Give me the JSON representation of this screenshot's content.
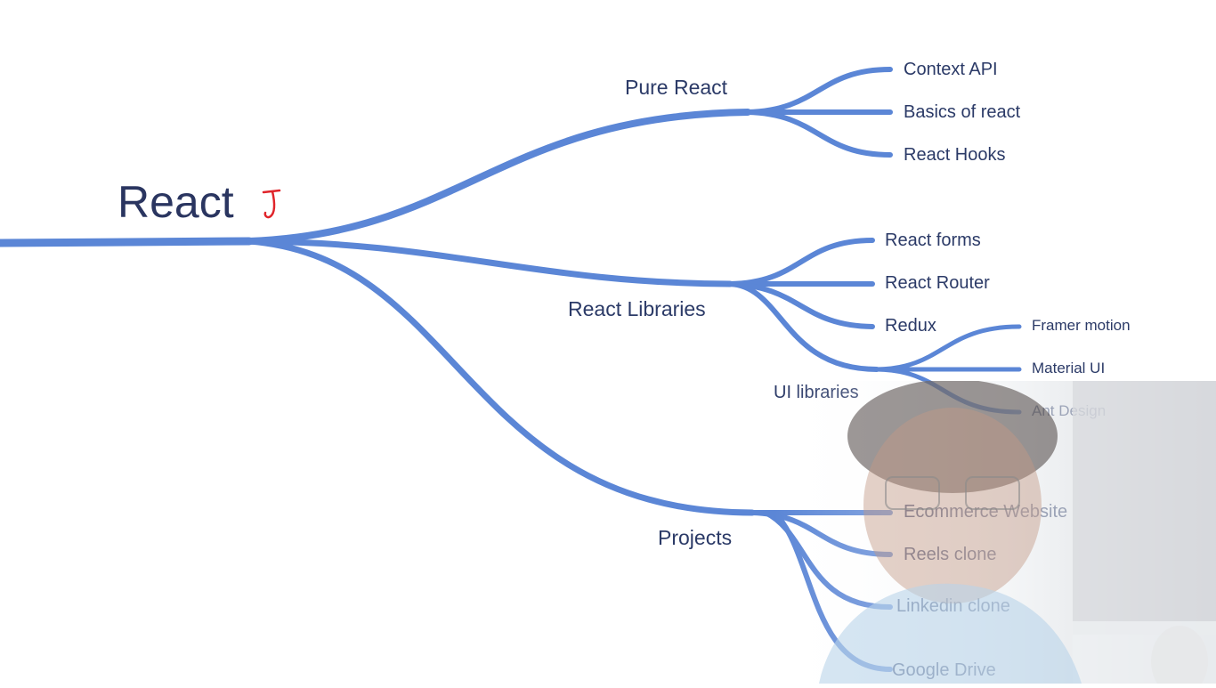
{
  "root": {
    "label": "React",
    "annotation": "J"
  },
  "branches": {
    "pure_react": {
      "label": "Pure React",
      "children": [
        "Context API",
        "Basics of react",
        "React Hooks"
      ]
    },
    "react_libraries": {
      "label": "React Libraries",
      "children": [
        "React forms",
        "React Router",
        "Redux"
      ],
      "ui_libraries": {
        "label": "UI libraries",
        "children": [
          "Framer motion",
          "Material UI",
          "Ant Design"
        ]
      }
    },
    "projects": {
      "label": "Projects",
      "children": [
        "Ecommerce Website",
        "Reels clone",
        "Linkedin clone",
        "Google Drive"
      ]
    }
  },
  "colors": {
    "branch": "#5b86d6",
    "text": "#2b3a67",
    "annotation": "#e0242a"
  }
}
